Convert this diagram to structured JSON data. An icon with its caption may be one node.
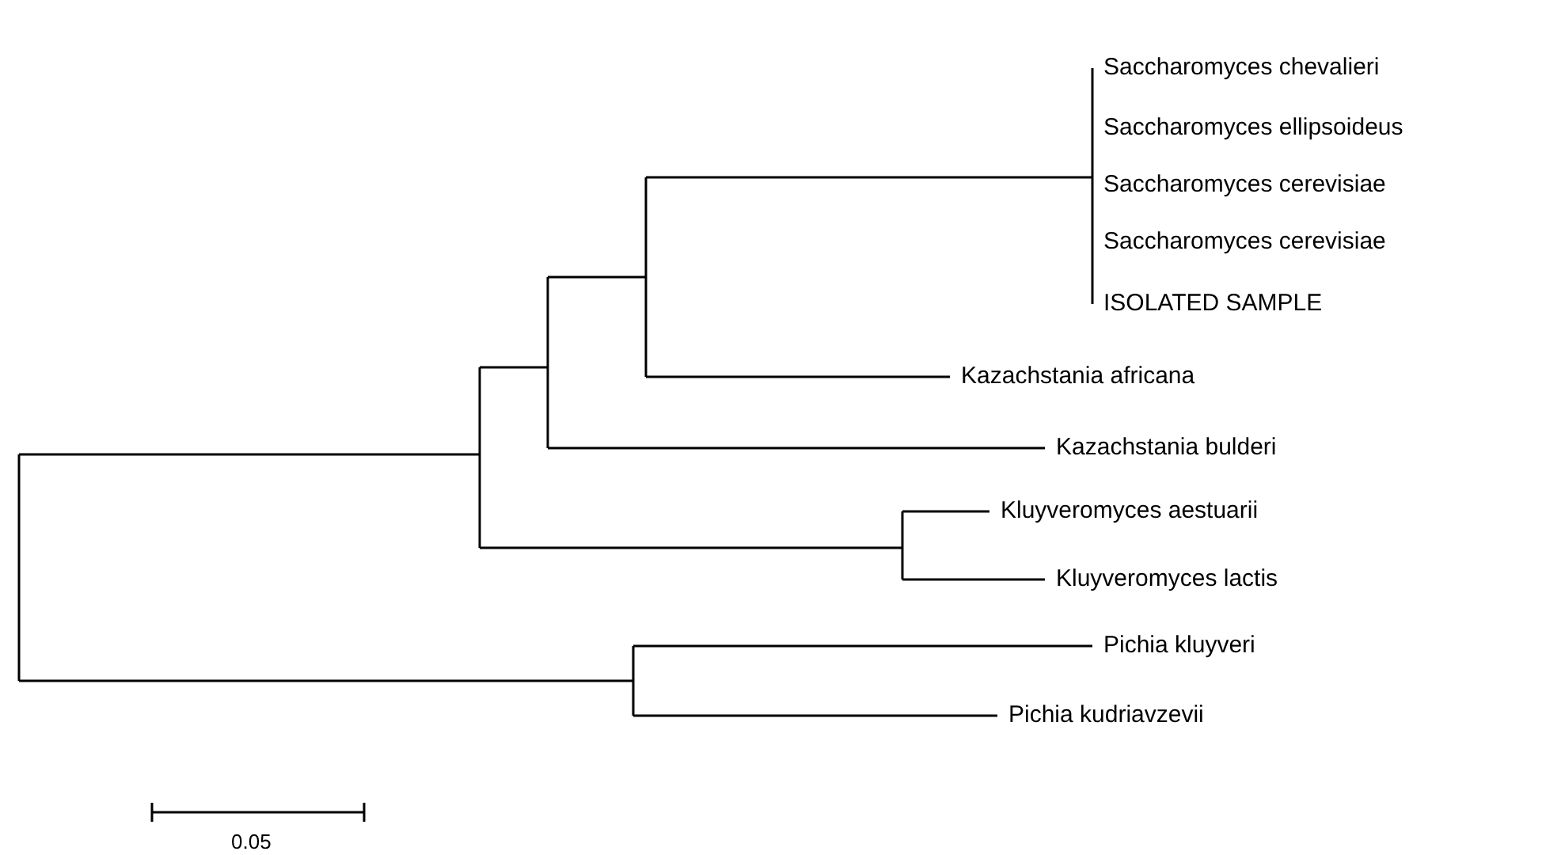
{
  "diagram": {
    "labels": [
      "Saccharomyces chevalieri",
      "Saccharomyces ellipsoideus",
      "Saccharomyces cerevisiae",
      "Saccharomyces cerevisiae",
      "ISOLATED SAMPLE",
      "Kazachstania africana",
      "Kazachstania bulderi",
      "Kluyveromyces aestuarii",
      "Kluyveromyces lactis",
      "Pichia kluyveri",
      "Pichia kudriavzevii",
      "0.05"
    ]
  }
}
